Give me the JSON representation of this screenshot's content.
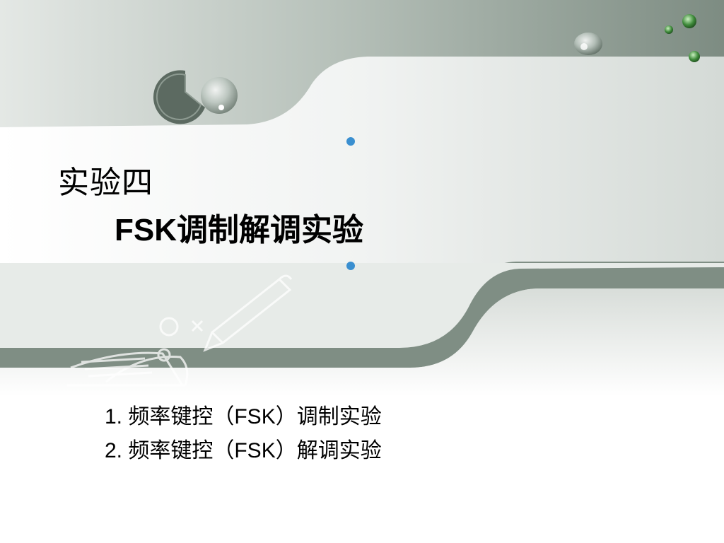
{
  "slide": {
    "title_line1": "实验四",
    "title_line2": "FSK调制解调实验",
    "items": [
      "1. 频率键控（FSK）调制实验",
      "2. 频率键控（FSK）解调实验"
    ]
  },
  "colors": {
    "band_dark": "#7f8e84",
    "band_light": "#c9d0cb",
    "accent_dot": "#3a8fd0",
    "text": "#000000"
  }
}
